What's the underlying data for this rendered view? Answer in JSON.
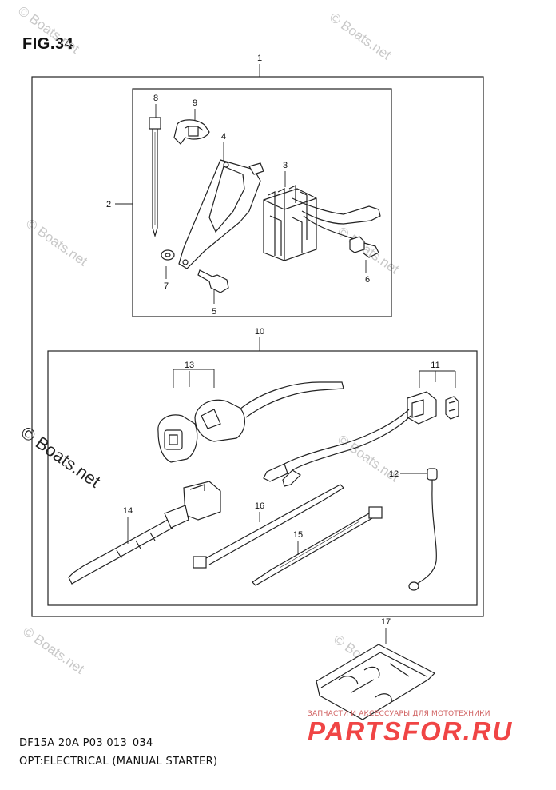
{
  "figure": {
    "title": "FIG.34"
  },
  "callouts": {
    "c1": "1",
    "c2": "2",
    "c3": "3",
    "c4": "4",
    "c5": "5",
    "c6": "6",
    "c7": "7",
    "c8": "8",
    "c9": "9",
    "c10": "10",
    "c11": "11",
    "c12": "12",
    "c13": "13",
    "c14": "14",
    "c15": "15",
    "c16": "16",
    "c17": "17"
  },
  "watermarks": {
    "w1": "© Boats.net",
    "w2": "© Boats.net",
    "w3": "© Boats.net",
    "w4": "© Boats.net",
    "w5": "© Boats.net",
    "w6": "© Boats.net",
    "w7": "© Boats.net",
    "w8": "© Boats.net"
  },
  "footer": {
    "code": "DF15A 20A P03 013_034",
    "caption": "OPT:ELECTRICAL (MANUAL STARTER)"
  },
  "brand": {
    "tagline": "ЗАПЧАСТИ И АКСЕССУАРЫ ДЛЯ МОТОТЕХНИКИ",
    "logo": "PARTSFOR.RU"
  }
}
